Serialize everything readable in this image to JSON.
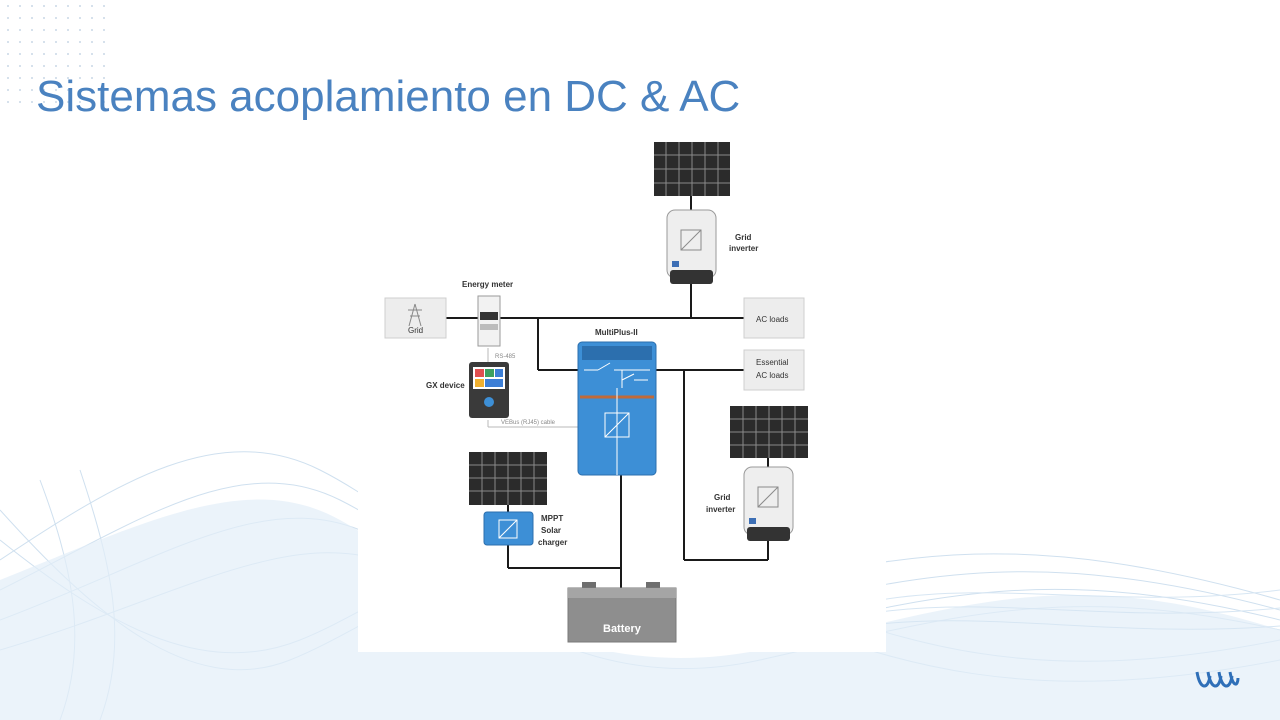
{
  "slide": {
    "title": "Sistemas acoplamiento en DC & AC"
  },
  "diagram": {
    "labels": {
      "energy_meter": "Energy meter",
      "grid": "Grid",
      "rs485": "RS-485",
      "gx_device": "GX device",
      "vebus_cable": "VEBus (RJ45) cable",
      "multiplus": "MultiPlus-II",
      "grid_inverter_top_line1": "Grid",
      "grid_inverter_top_line2": "inverter",
      "ac_loads": "AC loads",
      "essential_line1": "Essential",
      "essential_line2": "AC loads",
      "grid_inverter_right_line1": "Grid",
      "grid_inverter_right_line2": "inverter",
      "mppt_line1": "MPPT",
      "mppt_line2": "Solar",
      "mppt_line3": "charger",
      "battery": "Battery"
    }
  },
  "colors": {
    "title": "#4a82c0",
    "multiplus_blue": "#3d8fd6",
    "panel_dark": "#2b2b2b",
    "box_gray": "#ededed",
    "battery_gray": "#8e8e8e"
  },
  "icons": [
    "solar-panel-icon",
    "grid-pylon-icon",
    "inverter-icon",
    "logo-icon"
  ]
}
